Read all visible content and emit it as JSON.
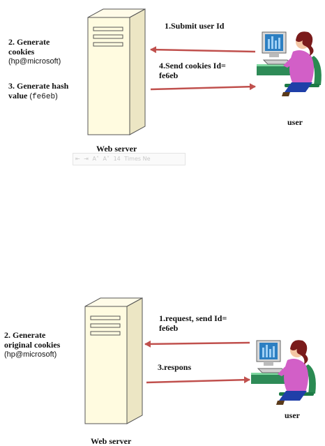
{
  "top": {
    "step1": "1.Submit user  Id",
    "step2_title_line1": "2. Generate",
    "step2_title_line2": "cookies",
    "step2_value": "(hp@microsoft)",
    "step3_title_line1": "3. Generate hash",
    "step3_title_line2": "value",
    "step3_value": "fe6eb",
    "step4_line1": "4.Send cookies Id=",
    "step4_line2": "fe6eb",
    "server_label": "Web server",
    "user_label": "user"
  },
  "toolbar_ghost": {
    "icons": [
      "indent-decrease-icon",
      "indent-increase-icon",
      "font-grow-icon",
      "font-shrink-icon"
    ],
    "font_size": "14",
    "font_name": "Times Ne"
  },
  "bottom": {
    "step1_line1": "1.request, send  Id=",
    "step1_line2": "fe6eb",
    "step2_line1": "2. Generate",
    "step2_line2": "original cookies",
    "step2_value": "(hp@microsoft)",
    "step3": "3.respons",
    "server_label": "Web server",
    "user_label": "user"
  },
  "colors": {
    "server_fill": "#fffbe0",
    "server_side": "#e9e4c2",
    "arrow": "#c0504d",
    "monitor": "#2c7fc2",
    "person_shirt": "#d25fc7",
    "person_hair": "#7a1b1b",
    "desk": "#2e8b57"
  }
}
